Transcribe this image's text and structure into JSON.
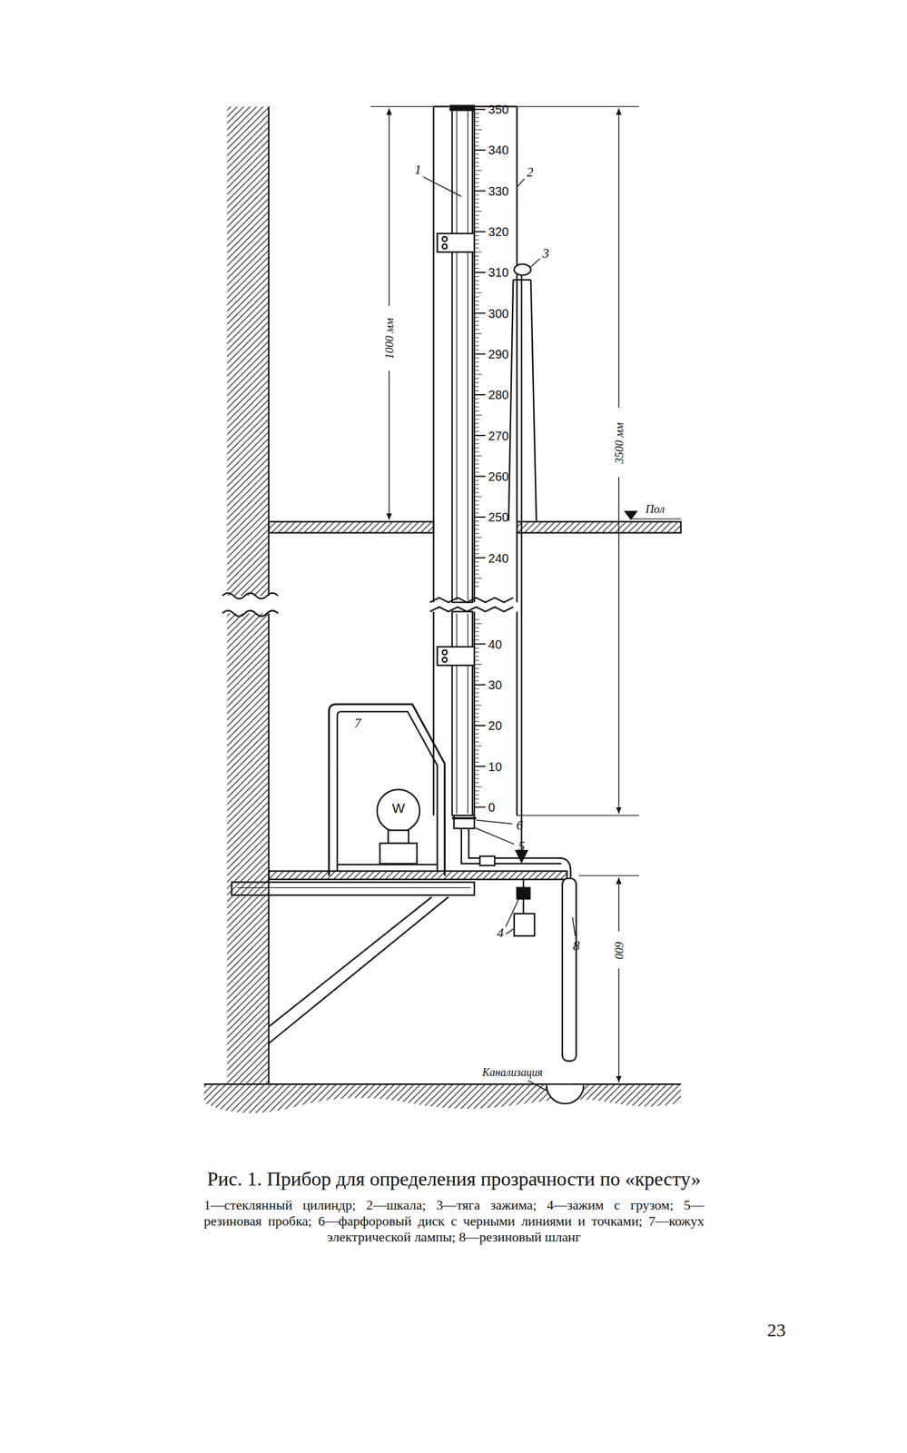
{
  "diagram": {
    "caption": "Рис. 1. Прибор для определения прозрачности по «кресту»",
    "labels": [
      "350",
      "340",
      "330",
      "320",
      "310",
      "300",
      "290",
      "280",
      "270",
      "260",
      "250",
      "240",
      "40",
      "30",
      "20",
      "10",
      "0",
      "1",
      "2",
      "3",
      "4",
      "5",
      "6",
      "7",
      "8",
      "1000 мм",
      "3500 мм",
      "Пол",
      "600",
      "Канализация",
      "W",
      "1—стеклянный цилиндр; 2—шкала; 3—тяга зажима; 4—зажим с грузом; 5—резиновая пробка; 6—фарфоровый диск с черными линиями и точками; 7—кожух электрической лампы; 8—резиновый шланг",
      "23"
    ]
  }
}
